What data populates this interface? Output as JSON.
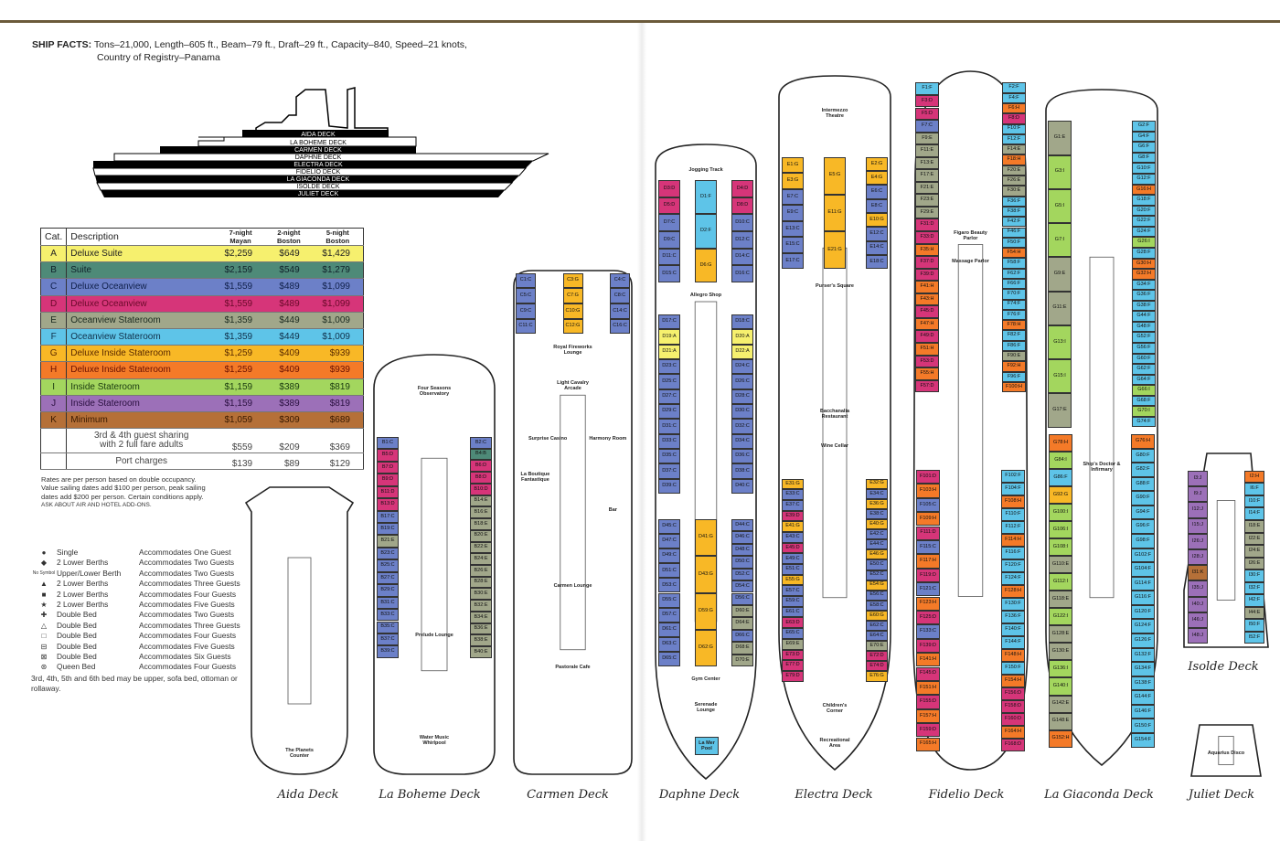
{
  "ship_facts": {
    "label": "SHIP FACTS:",
    "line1": "Tons–21,000, Length–605 ft., Beam–79 ft., Draft–29 ft., Capacity–840, Speed–21 knots,",
    "line2": "Country of Registry–Panama"
  },
  "profile_decks": [
    "AIDA DECK",
    "LA BOHEME DECK",
    "CARMEN DECK",
    "DAPHNE DECK",
    "ELECTRA DECK",
    "FIDELIO DECK",
    "LA GIACONDA DECK",
    "ISOLDE DECK",
    "JULIET DECK"
  ],
  "rates": {
    "headers": [
      "Cat.",
      "Description",
      "7-night Mayan",
      "2-night Boston",
      "5-night Boston"
    ],
    "rows": [
      {
        "cat": "A",
        "desc": "Deluxe Suite",
        "p1": "$2,259",
        "p2": "$649",
        "p3": "$1,429",
        "color": "#f6f06e",
        "text": "#222"
      },
      {
        "cat": "B",
        "desc": "Suite",
        "p1": "$2,159",
        "p2": "$549",
        "p3": "$1,279",
        "color": "#4e8a78",
        "text": "#10202a"
      },
      {
        "cat": "C",
        "desc": "Deluxe Oceanview",
        "p1": "$1,559",
        "p2": "$489",
        "p3": "$1,099",
        "color": "#6c80c8",
        "text": "#10204a"
      },
      {
        "cat": "D",
        "desc": "Deluxe Oceanview",
        "p1": "$1,559",
        "p2": "$489",
        "p3": "$1,099",
        "color": "#d63579",
        "text": "#6a0a2a"
      },
      {
        "cat": "E",
        "desc": "Oceanview Stateroom",
        "p1": "$1,359",
        "p2": "$449",
        "p3": "$1,009",
        "color": "#a1a78a",
        "text": "#1a2a20"
      },
      {
        "cat": "F",
        "desc": "Oceanview Stateroom",
        "p1": "$1,359",
        "p2": "$449",
        "p3": "$1,009",
        "color": "#5ec4e8",
        "text": "#10304a"
      },
      {
        "cat": "G",
        "desc": "Deluxe Inside Stateroom",
        "p1": "$1,259",
        "p2": "$409",
        "p3": "$939",
        "color": "#f8b826",
        "text": "#5a2a00"
      },
      {
        "cat": "H",
        "desc": "Deluxe Inside Stateroom",
        "p1": "$1,259",
        "p2": "$409",
        "p3": "$939",
        "color": "#f47a28",
        "text": "#6a1000"
      },
      {
        "cat": "I",
        "desc": "Inside Stateroom",
        "p1": "$1,159",
        "p2": "$389",
        "p3": "$819",
        "color": "#a3d65e",
        "text": "#1a3a10"
      },
      {
        "cat": "J",
        "desc": "Inside Stateroom",
        "p1": "$1,159",
        "p2": "$389",
        "p3": "$819",
        "color": "#9c70b8",
        "text": "#2a1040"
      },
      {
        "cat": "K",
        "desc": "Minimum",
        "p1": "$1,059",
        "p2": "$309",
        "p3": "$689",
        "color": "#b57038",
        "text": "#3a1a00"
      }
    ],
    "extra": [
      {
        "desc": "3rd & 4th guest sharing with 2 full fare adults",
        "p1": "$559",
        "p2": "$209",
        "p3": "$369"
      },
      {
        "desc": "Port charges",
        "p1": "$139",
        "p2": "$89",
        "p3": "$129"
      }
    ]
  },
  "notes": {
    "line1": "Rates are per person based on double occupancy.",
    "line2": "Value sailing dates add $100 per person, peak sailing",
    "line3": "dates add $200 per person. Certain conditions apply.",
    "line4": "ASK ABOUT AIR AND HOTEL ADD-ONS."
  },
  "legend": {
    "items": [
      {
        "symbol": "●",
        "bed": "Single",
        "acc": "Accommodates One Guest"
      },
      {
        "symbol": "◆",
        "bed": "2 Lower Berths",
        "acc": "Accommodates Two Guests"
      },
      {
        "symbol": "No Symbol",
        "bed": "Upper/Lower Berth",
        "acc": "Accommodates Two Guests"
      },
      {
        "symbol": "▲",
        "bed": "2 Lower Berths",
        "acc": "Accommodates Three Guests"
      },
      {
        "symbol": "■",
        "bed": "2 Lower Berths",
        "acc": "Accommodates Four Guests"
      },
      {
        "symbol": "★",
        "bed": "2 Lower Berths",
        "acc": "Accommodates Five Guests"
      },
      {
        "symbol": "✚",
        "bed": "Double Bed",
        "acc": "Accommodates Two Guests"
      },
      {
        "symbol": "△",
        "bed": "Double Bed",
        "acc": "Accommodates Three Guests"
      },
      {
        "symbol": "□",
        "bed": "Double Bed",
        "acc": "Accommodates Four Guests"
      },
      {
        "symbol": "⊟",
        "bed": "Double Bed",
        "acc": "Accommodates Five Guests"
      },
      {
        "symbol": "⊠",
        "bed": "Double Bed",
        "acc": "Accommodates Six Guests"
      },
      {
        "symbol": "⊛",
        "bed": "Queen Bed",
        "acc": "Accommodates Four Guests"
      }
    ],
    "footnote": "3rd, 4th, 5th and 6th bed may be upper, sofa bed, ottoman or rollaway."
  },
  "decks": [
    {
      "name": "Aida Deck",
      "venues": [
        "The Planets Counter"
      ],
      "sections": []
    },
    {
      "name": "La Boheme Deck",
      "venues": [
        "Four Seasons Observatory",
        "Prelude Lounge",
        "Water Music Whirlpool"
      ],
      "sections": [
        {
          "left": [
            "B1:C",
            "B5:D",
            "B7:D",
            "B9:D",
            "B11:D",
            "B13:D",
            "B17:C",
            "B19:C",
            "B21:E",
            "B23:C",
            "B25:C",
            "B27:C",
            "B29:C",
            "B31:C",
            "B33:C",
            "B35:C",
            "B37:C",
            "B39:C"
          ],
          "right": [
            "B2:C",
            "B4:B",
            "B6:D",
            "B8:D",
            "B10:D",
            "B14:E",
            "B16:E",
            "B18:E",
            "B20:E",
            "B22:E",
            "B24:E",
            "B26:E",
            "B28:E",
            "B30:E",
            "B32:E",
            "B34:E",
            "B36:E",
            "B38:E",
            "B40:E"
          ]
        }
      ]
    },
    {
      "name": "Carmen Deck",
      "venues": [
        "Royal Fireworks Lounge",
        "Light Cavalry Arcade",
        "Surprise Casino",
        "Harmony Room",
        "La Boutique Fantastique",
        "Bar",
        "Carmen Lounge",
        "Pastorale Cafe"
      ],
      "sections": [
        {
          "left": [
            "C1:C",
            "C5:C",
            "C9:C",
            "C11:C"
          ],
          "right": [
            "C4:C",
            "C8:C",
            "C14:C",
            "C16:C"
          ],
          "center": [
            "C3:G",
            "C7:G",
            "C10:G",
            "C12:G"
          ]
        }
      ]
    },
    {
      "name": "Daphne Deck",
      "venues": [
        "Jogging Track",
        "Allegro Shop",
        "Gym Center",
        "Serenade Lounge",
        "La Mer Pool"
      ],
      "sections": [
        {
          "left": [
            "D3:D",
            "D5:D",
            "D7:C",
            "D9:C",
            "D11:C",
            "D15:C"
          ],
          "right": [
            "D4:D",
            "D8:D",
            "D10:C",
            "D12:C",
            "D14:C",
            "D16:C"
          ],
          "center": [
            "D1:F",
            "D2:F",
            "D6:G"
          ]
        },
        {
          "left": [
            "D17:C",
            "D19:A",
            "D21:A",
            "D23:C",
            "D25:C",
            "D27:C",
            "D29:C",
            "D31:C",
            "D33:C",
            "D35:C",
            "D37:C",
            "D39:C"
          ],
          "right": [
            "D18:C",
            "D20:A",
            "D22:A",
            "D24:C",
            "D26:C",
            "D28:C",
            "D30:C",
            "D32:C",
            "D34:C",
            "D36:C",
            "D38:C",
            "D40:C"
          ]
        },
        {
          "left": [
            "D45:C",
            "D47:C",
            "D49:C",
            "D51:C",
            "D53:C",
            "D55:C",
            "D57:C",
            "D61:C",
            "D63:C",
            "D65:C"
          ],
          "right": [
            "D44:C",
            "D46:C",
            "D48:C",
            "D50:C",
            "D52:C",
            "D54:C",
            "D56:C",
            "D60:E",
            "D64:E",
            "D66:C",
            "D68:E",
            "D70:E"
          ],
          "center": [
            "D41:G",
            "D43:G",
            "D59:G",
            "D62:G"
          ]
        }
      ]
    },
    {
      "name": "Electra Deck",
      "venues": [
        "Intermezzo Theatre",
        "Purser's Square",
        "Bacchanalia Restaurant",
        "Wine Cellar",
        "Children's Corner",
        "Recreational Area"
      ],
      "sections": [
        {
          "left": [
            "E1:G",
            "E3:G",
            "E7:C",
            "E9:C",
            "E13:C",
            "E15:C",
            "E17:C"
          ],
          "right": [
            "E2:G",
            "E4:G",
            "E6:C",
            "E8:C",
            "E10:G",
            "E12:C",
            "E14:C",
            "E18:C"
          ],
          "center": [
            "E5:G",
            "E11:G",
            "E21:G"
          ]
        },
        {
          "left": [
            "E31:G",
            "E33:C",
            "E37:C",
            "E39:D",
            "E41:G",
            "E43:C",
            "E45:D",
            "E49:C",
            "E51:C",
            "E55:G",
            "E57:C",
            "E59:C",
            "E61:C",
            "E63:D",
            "E65:C",
            "E69:E",
            "E73:D",
            "E77:D",
            "E79:D"
          ],
          "right": [
            "E32:G",
            "E34:C",
            "E36:G",
            "E38:C",
            "E40:G",
            "E42:C",
            "E44:C",
            "E46:G",
            "E50:C",
            "E52:C",
            "E54:G",
            "E56:C",
            "E58:C",
            "E60:G",
            "E62:C",
            "E64:C",
            "E70:E",
            "E72:D",
            "E74:D",
            "E76:G"
          ]
        }
      ]
    },
    {
      "name": "Fidelio Deck",
      "venues": [
        "Figaro Beauty Parlor",
        "Massage Parlor"
      ],
      "sections": [
        {
          "left": [
            "F1:F",
            "F3:D",
            "F5:D",
            "F7:C",
            "F9:E",
            "F11:E",
            "F13:E",
            "F17:E",
            "F21:E",
            "F23:E",
            "F29:E",
            "F31:D",
            "F33:D",
            "F35:H",
            "F37:D",
            "F39:D",
            "F41:H",
            "F43:H",
            "F45:D",
            "F47:H",
            "F49:D",
            "F51:H",
            "F53:D",
            "F55:H",
            "F57:D"
          ],
          "right": [
            "F2:F",
            "F4:F",
            "F6:H",
            "F8:D",
            "F10:F",
            "F12:F",
            "F14:E",
            "F18:H",
            "F20:E",
            "F26:E",
            "F30:E",
            "F36:F",
            "F38:F",
            "F42:F",
            "F46:F",
            "F50:F",
            "F54:H",
            "F58:F",
            "F62:F",
            "F66:F",
            "F70:F",
            "F74:F",
            "F76:F",
            "F78:H",
            "F82:F",
            "F86:F",
            "F90:E",
            "F92:H",
            "F96:F",
            "F100:H"
          ]
        },
        {
          "left": [
            "F101:D",
            "F103:H",
            "F105:C",
            "F109:H",
            "F111:D",
            "F115:C",
            "F117:H",
            "F119:D",
            "F121:C",
            "F123:H",
            "F125:D",
            "F133:C",
            "F139:D",
            "F141:H",
            "F145:D",
            "F151:H",
            "F155:D",
            "F157:H",
            "F159:D",
            "F165:H"
          ],
          "right": [
            "F102:F",
            "F104:F",
            "F108:H",
            "F110:F",
            "F112:F",
            "F114:H",
            "F116:F",
            "F120:F",
            "F124:F",
            "F128:H",
            "F130:F",
            "F136:F",
            "F140:F",
            "F144:F",
            "F148:H",
            "F150:F",
            "F154:H",
            "F156:D",
            "F158:D",
            "F160:D",
            "F164:H",
            "F168:D"
          ]
        }
      ]
    },
    {
      "name": "La Giaconda Deck",
      "venues": [
        "Ship's Doctor & Infirmary"
      ],
      "sections": [
        {
          "left": [
            "G1:E",
            "G3:I",
            "G5:I",
            "G7:I",
            "G9:E",
            "G11:E",
            "G13:I",
            "G15:I",
            "G17:E"
          ],
          "right": [
            "G2:F",
            "G4:F",
            "G6:F",
            "G8:F",
            "G10:F",
            "G12:F",
            "G16:H",
            "G18:F",
            "G20:F",
            "G22:F",
            "G24:F",
            "G26:I",
            "G28:F",
            "G30:H",
            "G32:H",
            "G34:F",
            "G36:F",
            "G38:F",
            "G44:F",
            "G48:F",
            "G52:F",
            "G56:F",
            "G60:F",
            "G62:F",
            "G64:F",
            "G66:I",
            "G68:F",
            "G70:I",
            "G74:F"
          ]
        },
        {
          "left": [
            "G78:H",
            "G84:I",
            "G86:F",
            "G92:G",
            "G100:I",
            "G106:I",
            "G108:I",
            "G110:E",
            "G112:I",
            "G118:E",
            "G122:I",
            "G128:E",
            "G130:E",
            "G136:I",
            "G140:I",
            "G142:E",
            "G148:E",
            "G152:H"
          ],
          "right": [
            "G76:H",
            "G80:F",
            "G82:F",
            "G88:F",
            "G90:F",
            "G94:F",
            "G96:F",
            "G98:F",
            "G102:F",
            "G104:F",
            "G114:F",
            "G116:F",
            "G120:F",
            "G124:F",
            "G126:F",
            "G132:F",
            "G134:F",
            "G138:F",
            "G144:F",
            "G146:F",
            "G150:F",
            "G154:F"
          ]
        }
      ]
    },
    {
      "name": "Isolde Deck",
      "venues": [],
      "sections": [
        {
          "left": [
            "I3:J",
            "I9:J",
            "I12:J",
            "I15:J",
            "I26:J",
            "I28:J",
            "I31:K",
            "I35:J",
            "I40:J",
            "I46:J",
            "I48:J"
          ],
          "right": [
            "I2:H",
            "I6:F",
            "I10:F",
            "I14:F",
            "I18:E",
            "I22:E",
            "I24:E",
            "I26:E",
            "I30:F",
            "I32:F",
            "I42:F",
            "I44:E",
            "I50:F",
            "I52:F"
          ]
        }
      ]
    },
    {
      "name": "Juliet Deck",
      "venues": [
        "Aquarius Disco"
      ],
      "sections": []
    }
  ]
}
